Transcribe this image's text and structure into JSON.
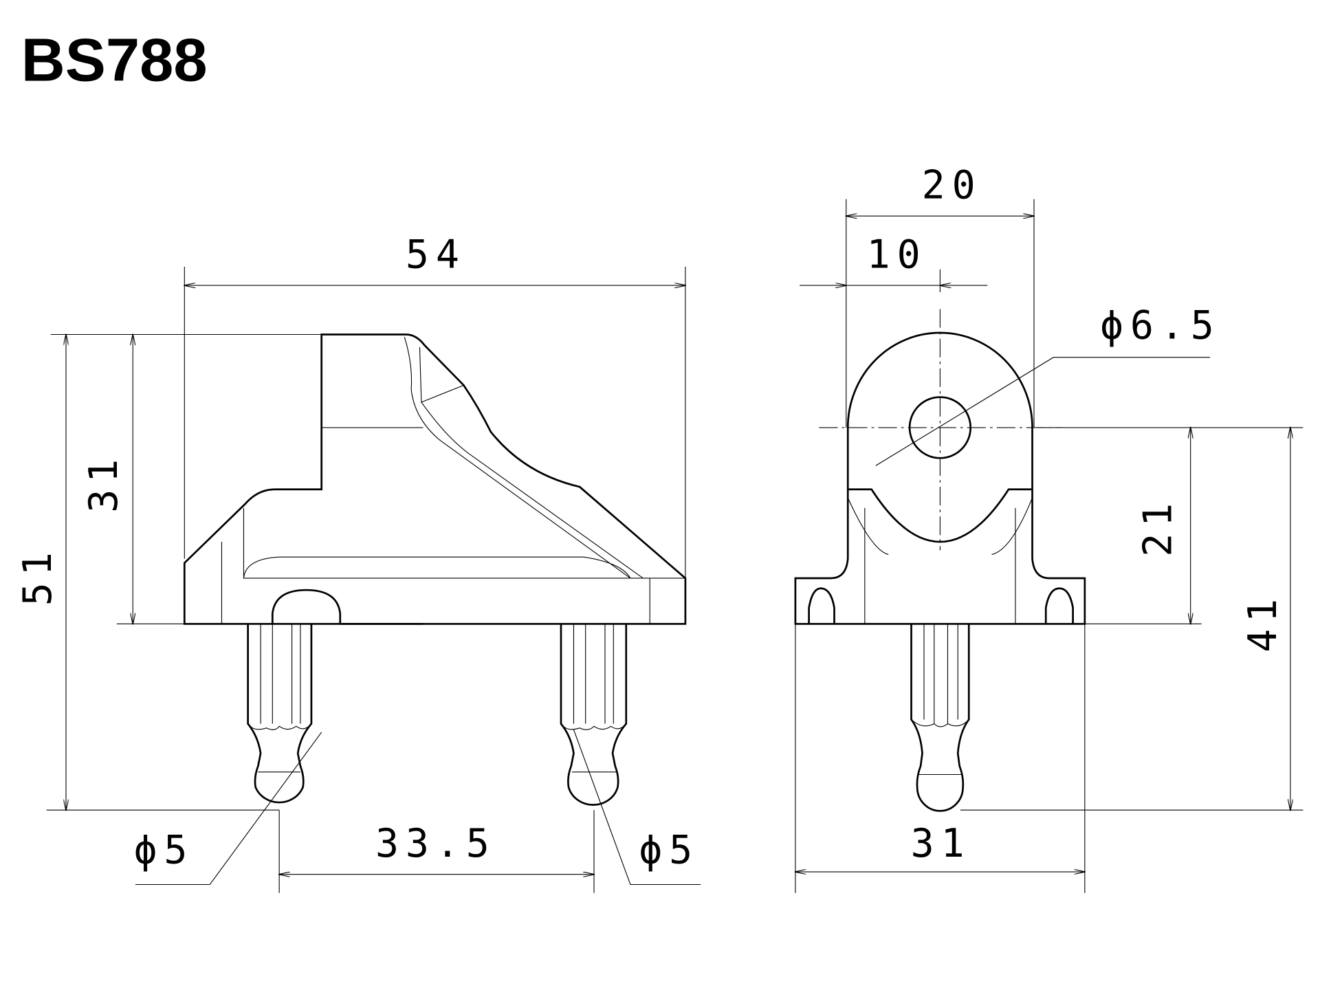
{
  "title": "BS788",
  "side_view": {
    "width_dim": "54",
    "upper_height_dim": "31",
    "total_height_dim": "51",
    "pin_spacing_dim": "33.5",
    "pin_left_diameter": "ϕ5",
    "pin_right_diameter": "ϕ5"
  },
  "front_view": {
    "head_width_dim": "20",
    "hole_offset_dim": "10",
    "hole_diameter": "ϕ6.5",
    "hole_height_dim": "21",
    "hole_to_pin_tip_dim": "41",
    "base_width_dim": "31"
  }
}
